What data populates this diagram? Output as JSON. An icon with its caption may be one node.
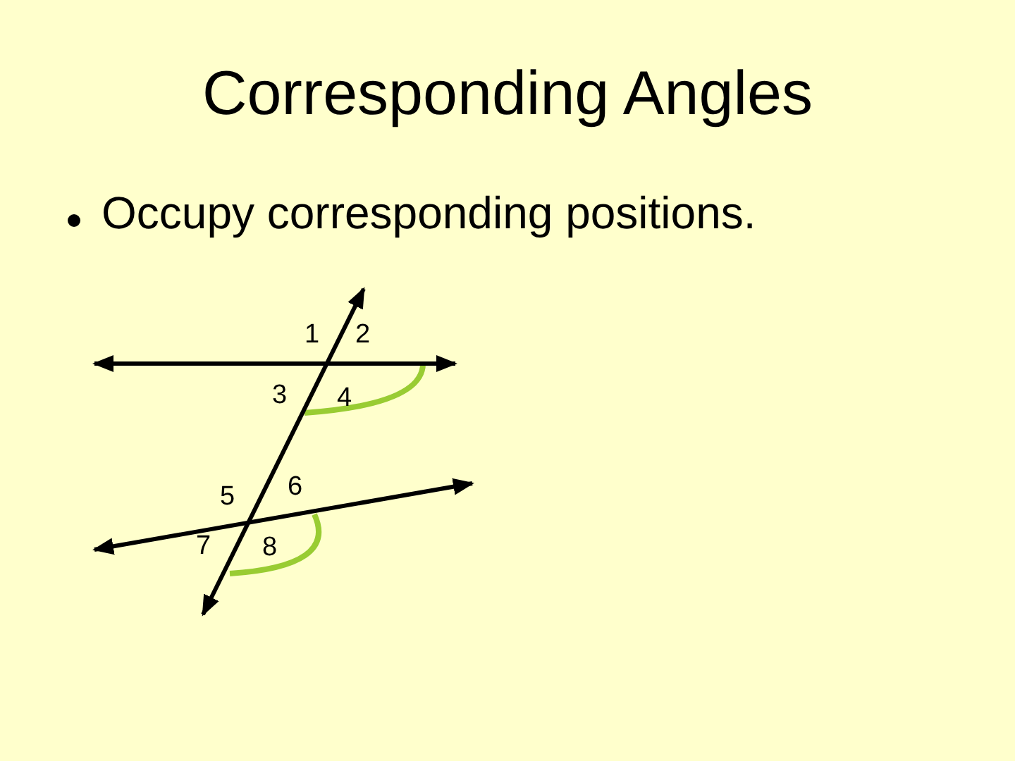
{
  "diagram": {
    "title": "Corresponding Angles",
    "labels": [
      "Occupy corresponding positions.",
      "1",
      "2",
      "3",
      "4",
      "5",
      "6",
      "7",
      "8"
    ]
  }
}
